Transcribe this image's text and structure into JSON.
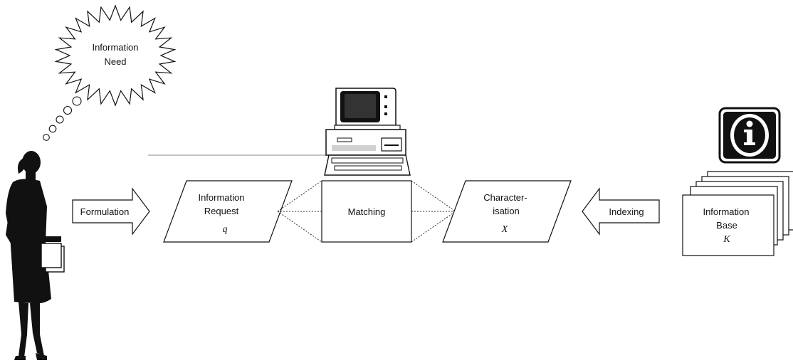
{
  "diagram": {
    "thought_bubble": {
      "line1": "Information",
      "line2": "Need"
    },
    "arrows": {
      "formulation": "Formulation",
      "indexing": "Indexing"
    },
    "request": {
      "line1": "Information",
      "line2": "Request",
      "symbol": "q"
    },
    "matching": {
      "label": "Matching"
    },
    "characterisation": {
      "line1": "Character-",
      "line2": "isation",
      "symbol": "X"
    },
    "information_base": {
      "line1": "Information",
      "line2": "Base",
      "symbol": "K"
    },
    "icons": [
      "woman-silhouette-icon",
      "thought-bubble-icon",
      "computer-icon",
      "information-icon",
      "document-stack-icon"
    ]
  }
}
